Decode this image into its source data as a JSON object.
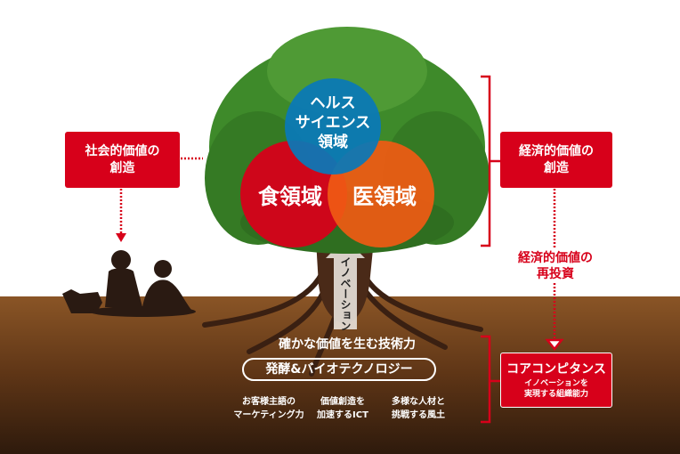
{
  "circles": {
    "health": "ヘルス\nサイエンス\n領域",
    "food": "食領域",
    "medical": "医領域"
  },
  "left_box": "社会的価値の\n創造",
  "right_box": "経済的価値の\n創造",
  "reinvest": "経済的価値の\n再投資",
  "core": {
    "title": "コアコンピタンス",
    "subtitle": "イノベーションを\n実現する組織能力"
  },
  "innovation": "イノベーション",
  "tech_title": "確かな価値を生む技術力",
  "tech_pill": "発酵&バイオテクノロジー",
  "pillars": [
    "お客様主語の\nマーケティング力",
    "価値創造を\n加速するICT",
    "多様な人材と\n挑戦する風土"
  ],
  "colors": {
    "red": "#d7001a",
    "blue": "#0a78b8",
    "orange": "#f05a14",
    "green": "#3e8a2a"
  }
}
